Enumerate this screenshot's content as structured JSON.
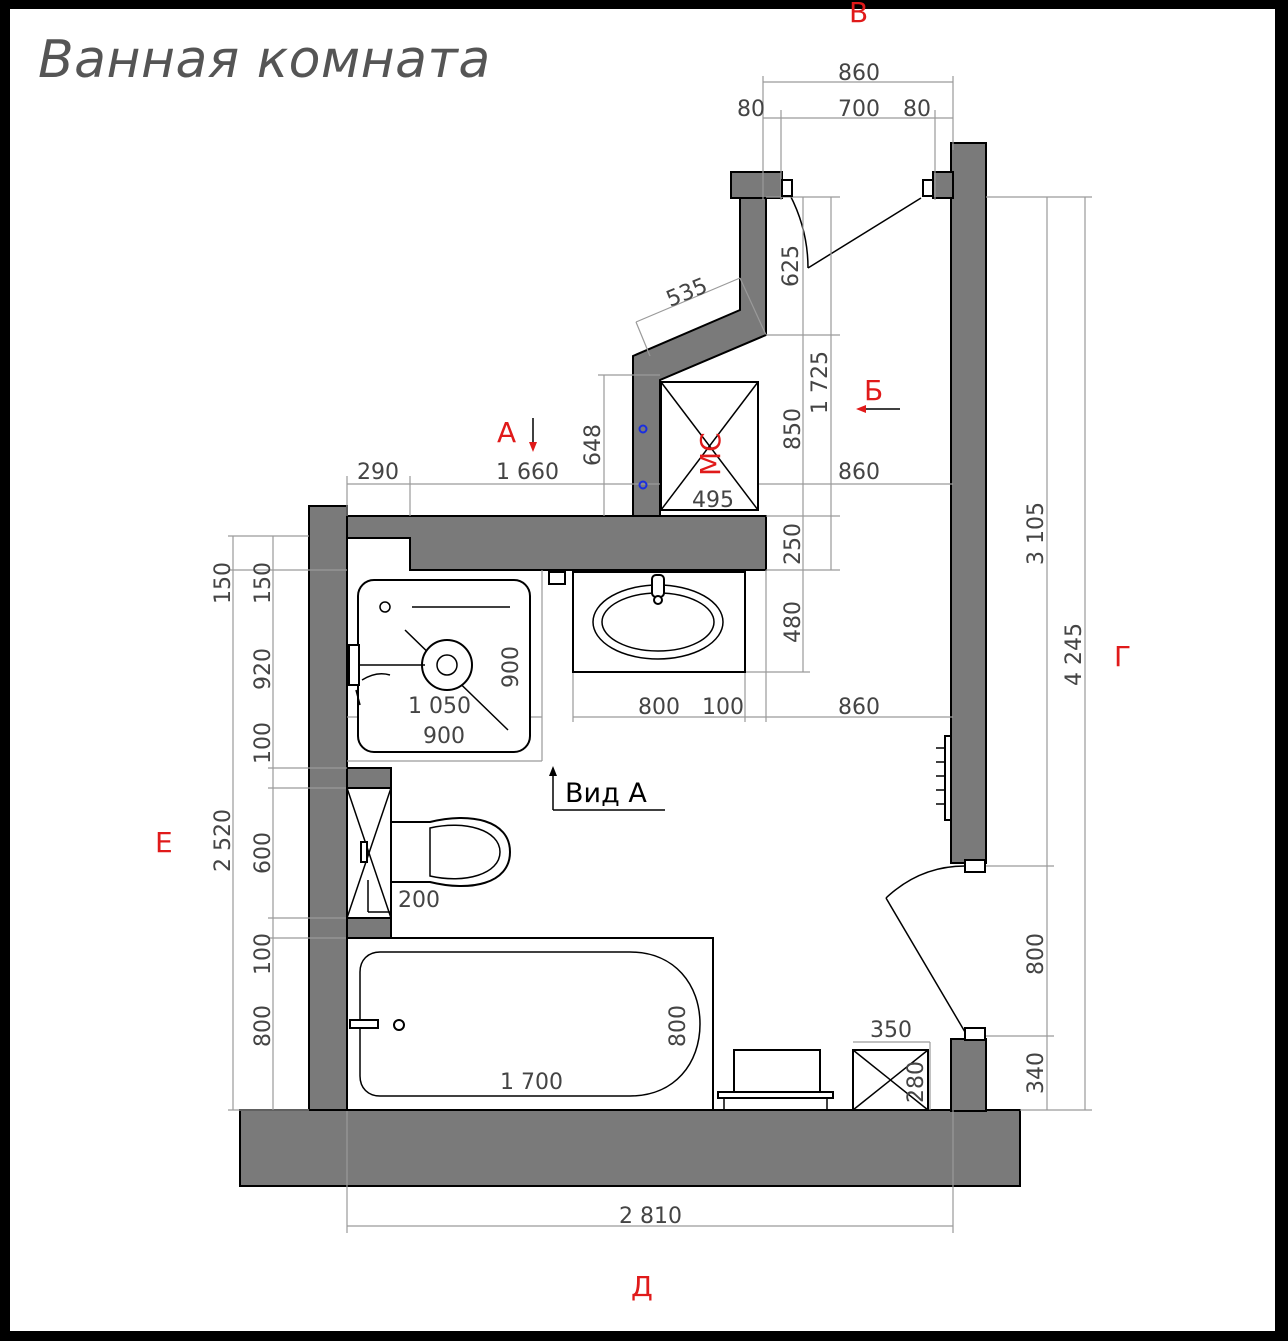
{
  "title": "Ванная комната",
  "markers": {
    "top": "В",
    "right_b": "Б",
    "left_a": "А",
    "right_g": "Г",
    "left_e": "Е",
    "bottom_d": "Д",
    "mc": "МС"
  },
  "view_label": "Вид А",
  "dims": {
    "d860_top": "860",
    "d80_left": "80",
    "d700": "700",
    "d80_right": "80",
    "d625": "625",
    "d535": "535",
    "d1725": "1 725",
    "d3105": "3 105",
    "d4245": "4 245",
    "d648": "648",
    "d290": "290",
    "d1660": "1 660",
    "d860_mid": "860",
    "d850": "850",
    "d495": "495",
    "d250": "250",
    "d480": "480",
    "d150_outer": "150",
    "d150_inner": "150",
    "d920": "920",
    "d900_v": "900",
    "d1050": "1 050",
    "d800_sink": "800",
    "d100_sink": "100",
    "d860_low": "860",
    "d100_left": "100",
    "d900_h": "900",
    "d2520": "2 520",
    "d600": "600",
    "d200": "200",
    "d100_bath": "100",
    "d800_bath": "800",
    "d800_bathv": "800",
    "d1700": "1 700",
    "d800_door": "800",
    "d350": "350",
    "d280": "280",
    "d340": "340",
    "d2810": "2 810"
  },
  "colors": {
    "wall": "#7a7a7a",
    "dimension": "#9a9a9a",
    "marker": "#e01a1a",
    "pipe": "#1a2ee0"
  }
}
